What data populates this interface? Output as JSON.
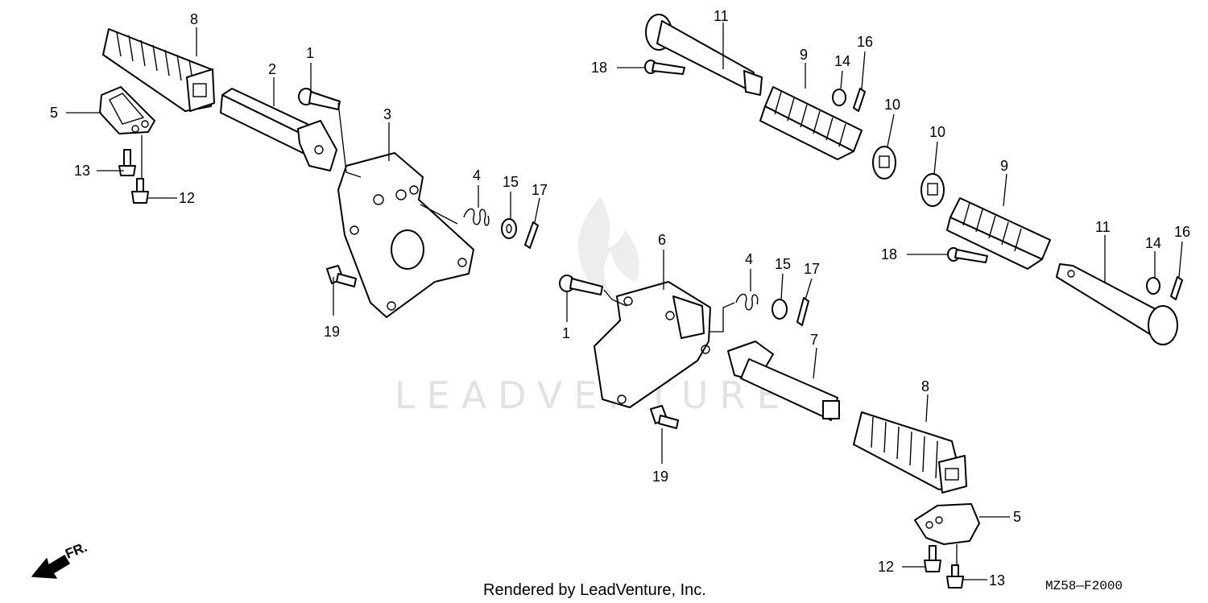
{
  "diagram": {
    "watermark": "LEADVENTURE",
    "credit": "Rendered by LeadVenture, Inc.",
    "diagram_code": "MZ58—F2000",
    "direction_label": "FR.",
    "callouts": [
      "8",
      "1",
      "2",
      "3",
      "5",
      "13",
      "12",
      "4",
      "15",
      "17",
      "19",
      "11",
      "18",
      "9",
      "14",
      "16",
      "10",
      "10",
      "9",
      "11",
      "18",
      "14",
      "16",
      "6",
      "4",
      "15",
      "17",
      "1",
      "7",
      "19",
      "8",
      "5",
      "12",
      "13"
    ]
  }
}
